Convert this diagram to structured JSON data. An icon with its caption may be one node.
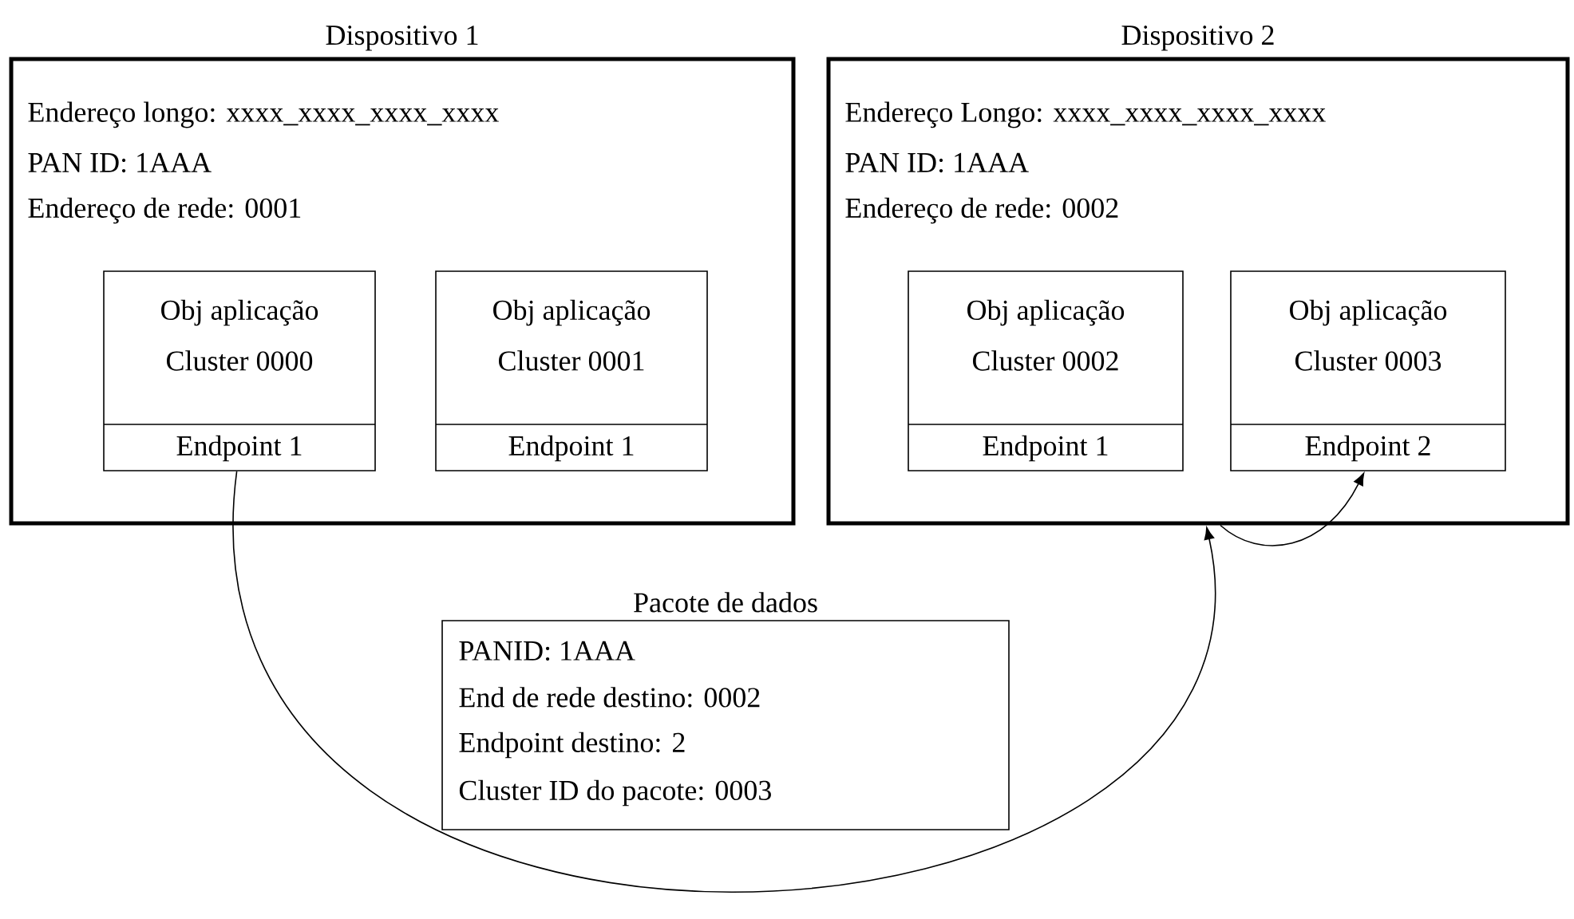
{
  "diagram": {
    "nodes": [
      {
        "text": [
          "Dispositivo 1",
          "Endereço longo: xxxx_xxxx_xxxx_xxxx",
          "PAN ID: 1AAA",
          "Endereço de rede: 0001"
        ]
      },
      {
        "text": [
          "Obj aplicação",
          "Cluster  0000",
          "Endpoint 1"
        ],
        "in": 0
      },
      {
        "text": [
          "Obj aplicação",
          "Cluster  0001",
          "Endpoint 1"
        ],
        "in": 0
      },
      {
        "text": [
          "Dispositivo 2",
          "Endereço Longo: xxxx_xxxx_xxxx_xxxx",
          "PAN ID: 1AAA",
          "Endereço de rede: 0002"
        ]
      },
      {
        "text": [
          "Obj aplicação",
          "Cluster  0002",
          "Endpoint 1"
        ],
        "in": 3
      },
      {
        "text": [
          "Obj aplicação",
          "Cluster  0003",
          "Endpoint 2"
        ],
        "in": 3
      },
      {
        "text": [
          "Pacote de dados",
          "PANID: 1AAA",
          "End de rede destino: 0002",
          "Endpoint destino: 2",
          "Cluster ID do pacote: 0003"
        ]
      }
    ],
    "edges": [
      {
        "from": 1,
        "to": 3,
        "arrow": "to"
      },
      {
        "from": 3,
        "to": 5,
        "arrow": "to"
      }
    ]
  }
}
